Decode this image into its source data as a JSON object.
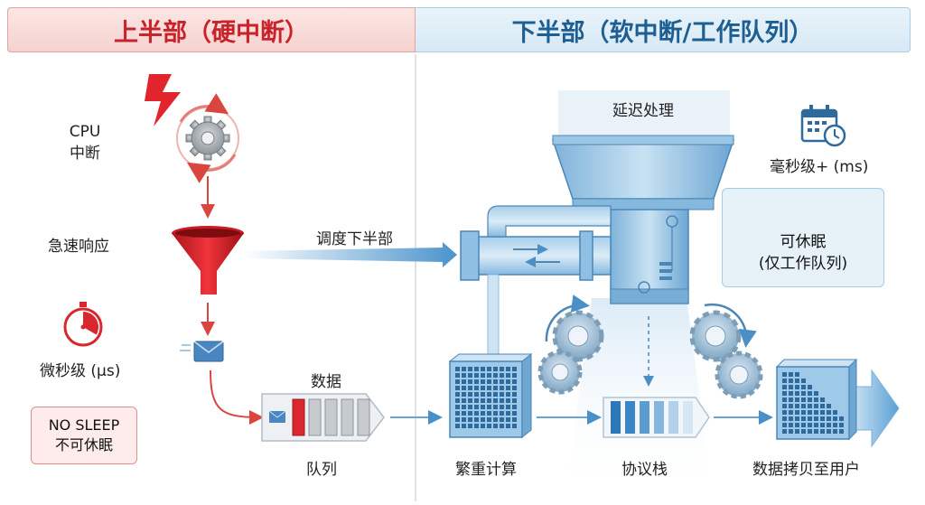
{
  "header": {
    "top_half": "上半部（硬中断）",
    "bottom_half": "下半部（软中断/工作队列）"
  },
  "top_half": {
    "cpu_interrupt": [
      "CPU",
      "中断"
    ],
    "fast_response": "急速响应",
    "microseconds": "微秒级 (μs)",
    "no_sleep": [
      "NO SLEEP",
      "不可休眠"
    ],
    "data": "数据",
    "queue": "队列"
  },
  "bottom_half": {
    "schedule": "调度下半部",
    "deferred": "延迟处理",
    "milliseconds": "毫秒级+ (ms)",
    "can_sleep": [
      "可休眠",
      "(仅工作队列)"
    ],
    "heavy_compute": "繁重计算",
    "protocol_stack": "协议栈",
    "copy_to_user": "数据拷贝至用户"
  },
  "colors": {
    "red": "#d9272e",
    "blue": "#3b88c4",
    "light_blue": "#cfe4f3"
  },
  "icons": [
    "lightning-icon",
    "gear-icon",
    "funnel-icon",
    "envelope-icon",
    "stopwatch-icon",
    "calendar-clock-icon",
    "sleep-zzz-icon"
  ]
}
